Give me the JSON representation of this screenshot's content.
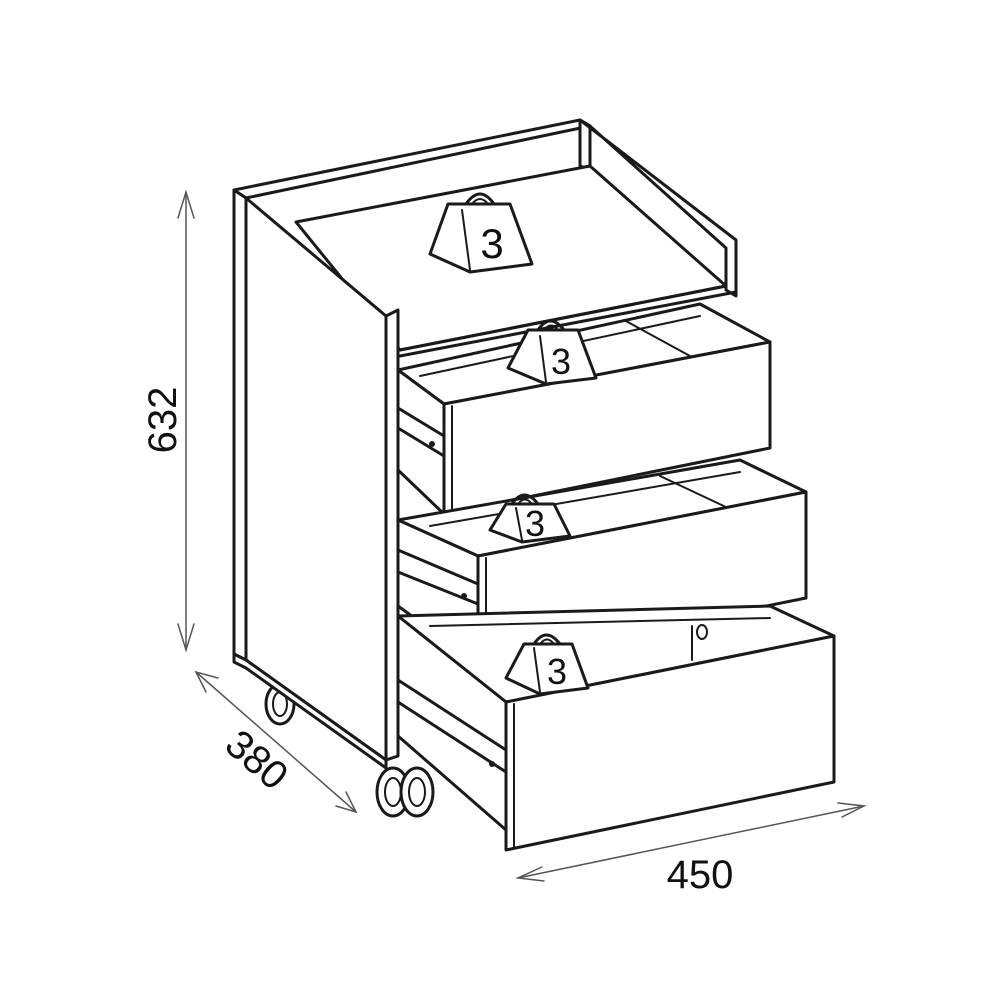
{
  "dimensions": {
    "height": "632",
    "depth": "380",
    "width": "450"
  },
  "load_labels": {
    "top": "3",
    "drawer_1": "3",
    "drawer_2": "3",
    "drawer_3": "3"
  },
  "colors": {
    "line": "#1a1a1a",
    "dimension_line": "#555555",
    "background": "#ffffff"
  }
}
